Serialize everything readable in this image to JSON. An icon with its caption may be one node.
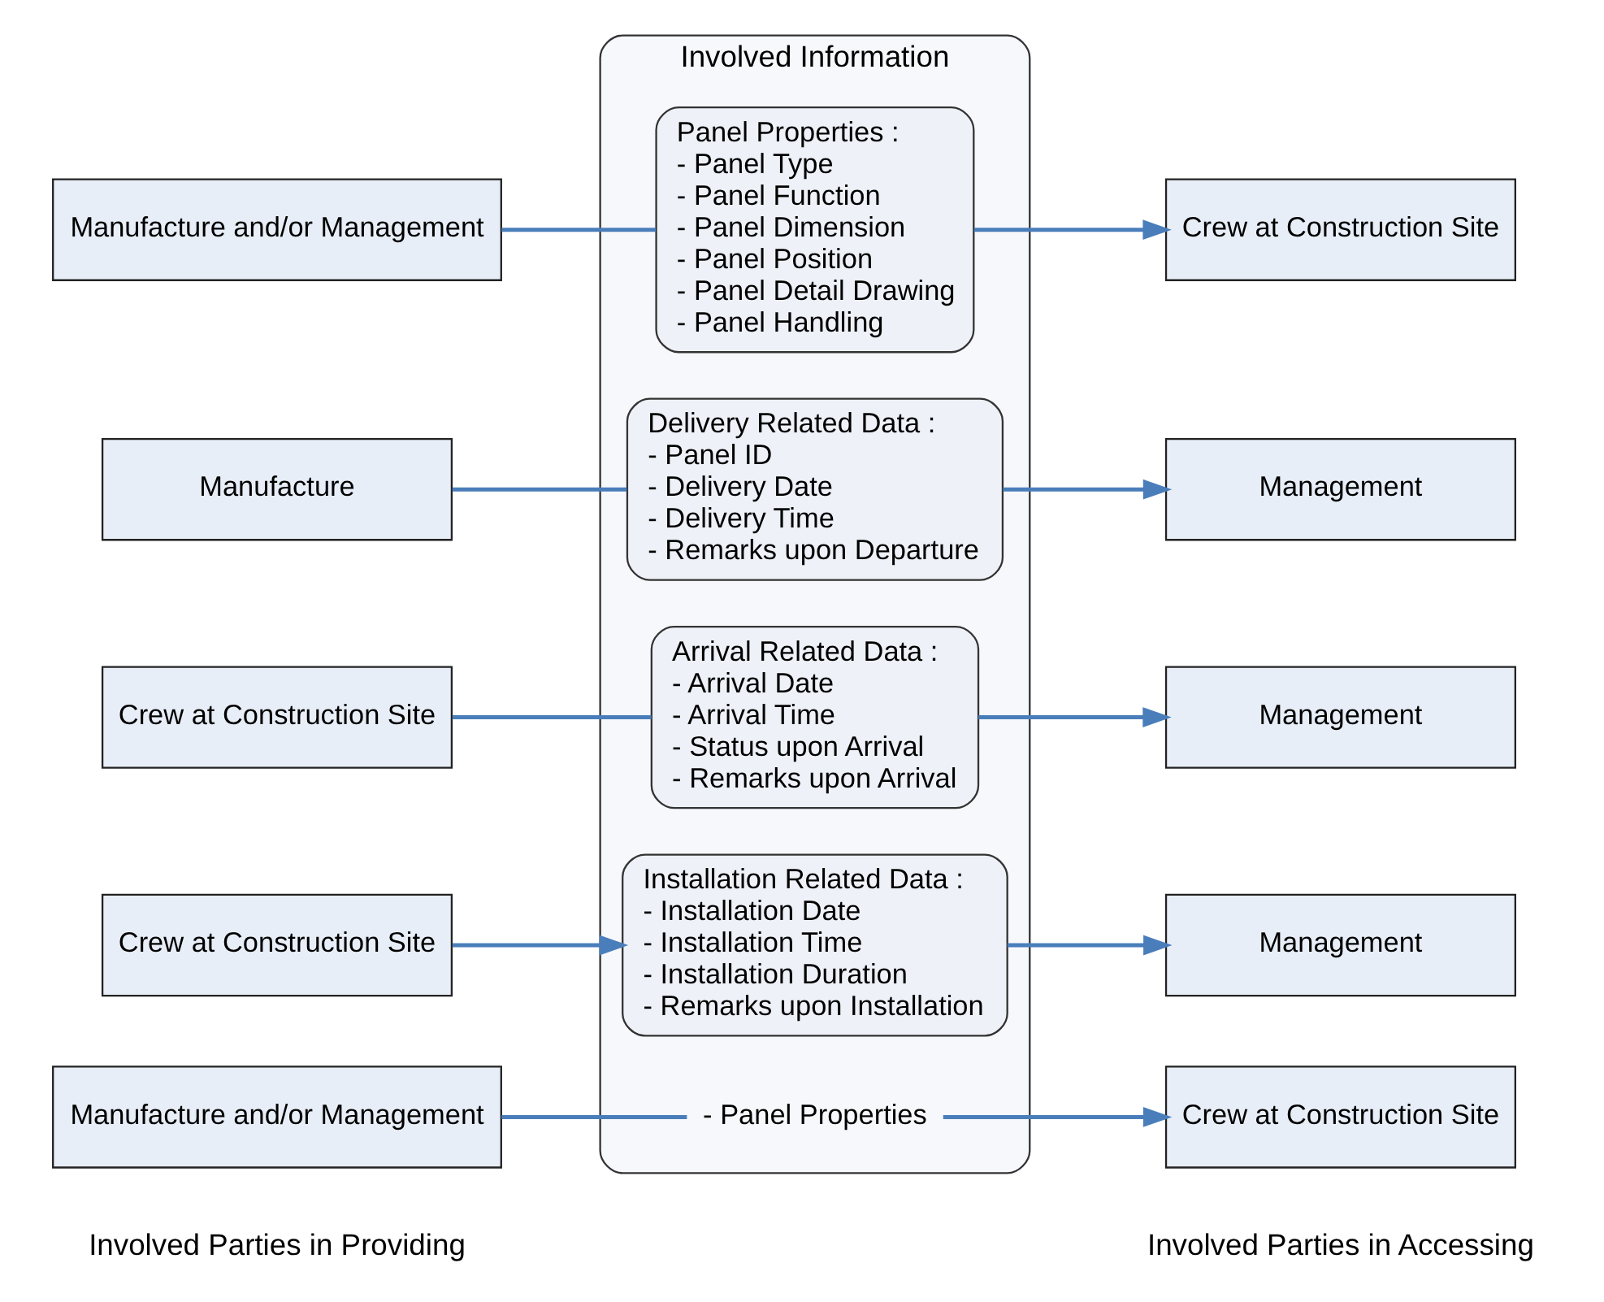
{
  "diagram": {
    "nodes": [
      {
        "text": [
          "Involved Information"
        ]
      },
      {
        "text": [
          "Panel Properties :",
          "- Panel Type",
          "- Panel Function",
          "- Panel Dimension",
          "- Panel Position",
          "- Panel Detail Drawing",
          "- Panel Handling"
        ],
        "in": 0
      },
      {
        "text": [
          "Delivery Related Data :",
          "- Panel ID",
          "- Delivery Date",
          "- Delivery Time",
          "- Remarks upon Departure"
        ],
        "in": 0
      },
      {
        "text": [
          "Arrival Related Data :",
          "- Arrival Date",
          "- Arrival Time",
          "- Status upon Arrival",
          "- Remarks upon Arrival"
        ],
        "in": 0
      },
      {
        "text": [
          "Installation Related Data :",
          "- Installation Date",
          "- Installation Time",
          "- Installation Duration",
          "- Remarks upon Installation"
        ],
        "in": 0
      },
      {
        "text": [
          "Manufacture and/or Management"
        ]
      },
      {
        "text": [
          "Manufacture"
        ]
      },
      {
        "text": [
          "Crew at Construction Site"
        ]
      },
      {
        "text": [
          "Crew at Construction Site"
        ]
      },
      {
        "text": [
          "Manufacture and/or Management"
        ]
      },
      {
        "text": [
          "Crew at Construction Site"
        ]
      },
      {
        "text": [
          "Management"
        ]
      },
      {
        "text": [
          "Management"
        ]
      },
      {
        "text": [
          "Management"
        ]
      },
      {
        "text": [
          "Crew at Construction Site"
        ]
      },
      {
        "text": [
          "- Panel Properties"
        ],
        "in": 0
      }
    ],
    "edges": [
      {
        "from": 5,
        "to": 1,
        "arrow": "none"
      },
      {
        "from": 1,
        "to": 10,
        "arrow": "to"
      },
      {
        "from": 6,
        "to": 2,
        "arrow": "none"
      },
      {
        "from": 2,
        "to": 11,
        "arrow": "to"
      },
      {
        "from": 7,
        "to": 3,
        "arrow": "none"
      },
      {
        "from": 3,
        "to": 12,
        "arrow": "to"
      },
      {
        "from": 8,
        "to": 4,
        "arrow": "to"
      },
      {
        "from": 4,
        "to": 13,
        "arrow": "to"
      },
      {
        "from": 9,
        "to": 15,
        "arrow": "none"
      },
      {
        "from": 15,
        "to": 14,
        "arrow": "to"
      }
    ],
    "labels": [
      "Involved Parties in Providing",
      "Involved Parties in Accessing"
    ]
  }
}
